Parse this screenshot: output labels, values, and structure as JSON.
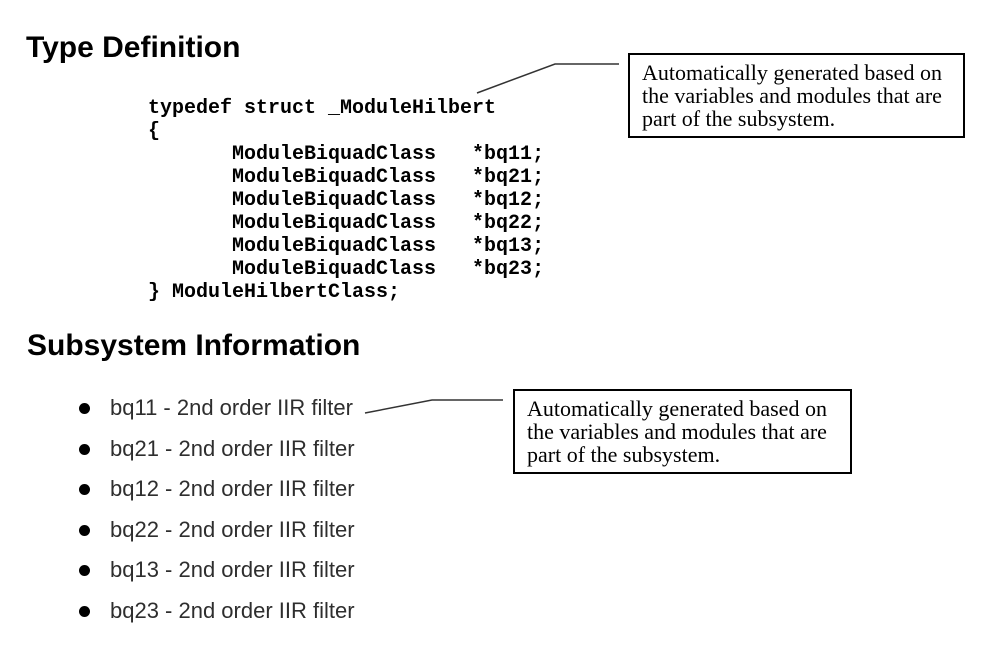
{
  "page": {
    "background": "#ffffff",
    "text_color": "#000000"
  },
  "sections": {
    "type_definition": {
      "title": "Type Definition",
      "code": "typedef struct _ModuleHilbert\n{\n       ModuleBiquadClass   *bq11;\n       ModuleBiquadClass   *bq21;\n       ModuleBiquadClass   *bq12;\n       ModuleBiquadClass   *bq22;\n       ModuleBiquadClass   *bq13;\n       ModuleBiquadClass   *bq23;\n} ModuleHilbertClass;"
    },
    "subsystem_information": {
      "title": "Subsystem Information",
      "items": [
        "bq11 - 2nd order IIR filter",
        "bq21 - 2nd order IIR filter",
        "bq12 - 2nd order IIR filter",
        "bq22 - 2nd order IIR filter",
        "bq13 - 2nd order IIR filter",
        "bq23 - 2nd order IIR filter"
      ]
    }
  },
  "callouts": [
    {
      "text": "Automatically generated based on\nthe variables and modules that are\npart of the subsystem."
    },
    {
      "text": "Automatically generated based on\nthe variables and modules that are\npart of the subsystem."
    }
  ],
  "colors": {
    "border": "#000000",
    "leader_line": "#333333"
  }
}
